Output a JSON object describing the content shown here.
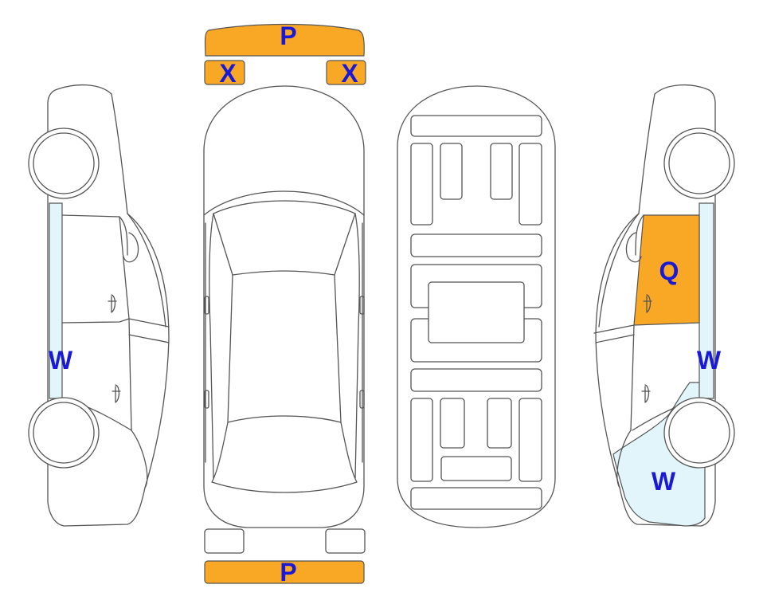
{
  "colors": {
    "orange": "#F9A825",
    "light_blue": "#E1F5FB",
    "label": "#1A1AD6",
    "outline": "#555555"
  },
  "labels": {
    "front_bumper": "P",
    "rear_bumper": "P",
    "headlight_left": "X",
    "headlight_right": "X",
    "right_front_door": "Q",
    "left_pillar": "W",
    "right_pillar": "W",
    "right_rear_fender": "W"
  }
}
